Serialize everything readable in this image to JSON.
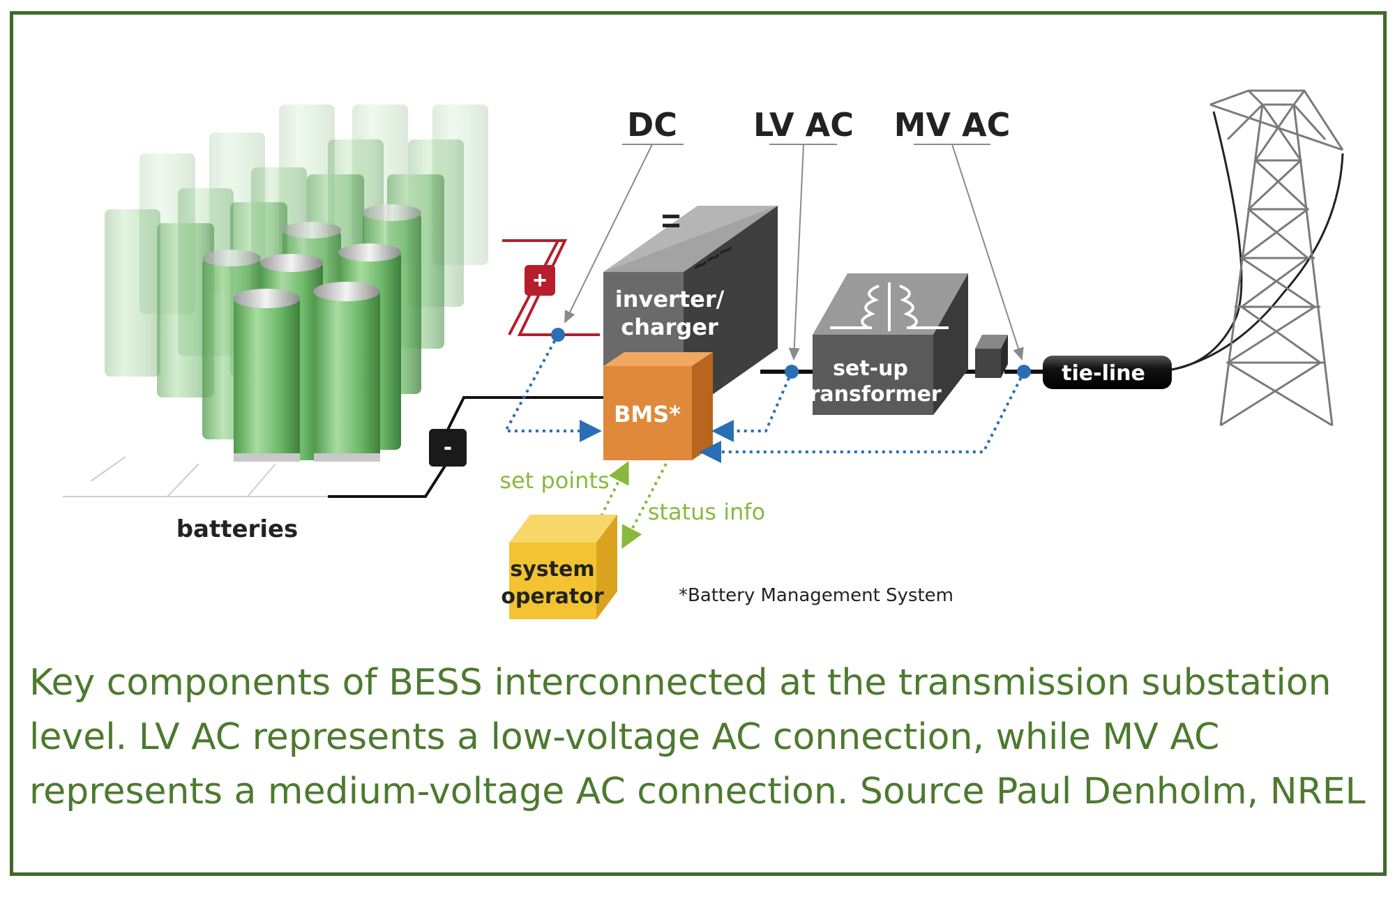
{
  "labels": {
    "dc": "DC",
    "lv_ac": "LV AC",
    "mv_ac": "MV AC",
    "inverter": [
      "inverter/",
      "charger"
    ],
    "inverter_dc_symbol": "=",
    "inverter_ac_symbol": "~~~",
    "transformer": [
      "set-up",
      "transformer"
    ],
    "bms": "BMS*",
    "tie_line": "tie-line",
    "batteries": "batteries",
    "set_points": "set points",
    "status_info": "status info",
    "system_operator": [
      "system",
      "operator"
    ],
    "footnote": "*Battery Management System",
    "plus_terminal": "+",
    "minus_terminal": "-"
  },
  "caption": "Key components of BESS interconnected at the transmission substation level. LV AC represents a low-voltage AC connection, while MV AC represents a medium-voltage AC connection. Source Paul Denholm, NREL",
  "colors": {
    "frame": "#3d6b2a",
    "caption": "#4c7a2e",
    "battery_green": "#7cc57a",
    "bms_orange": "#e0893a",
    "operator_yellow": "#f3c331",
    "signal_blue": "#2a6fb5",
    "signal_green": "#8ab83d",
    "dc_red": "#b51e2a"
  }
}
